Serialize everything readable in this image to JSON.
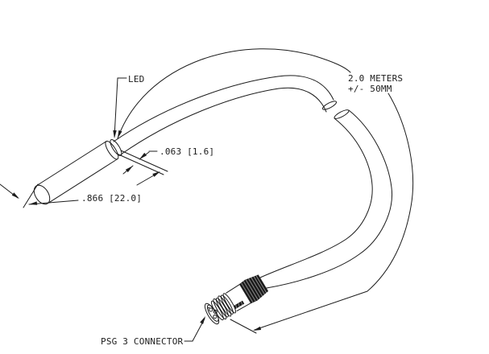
{
  "page": {
    "background": "#ffffff"
  },
  "drawing": {
    "kind": "engineering-line-drawing",
    "line_color": "#1c1c1c",
    "labels": {
      "led": "LED",
      "led_band_width": ".063 [1.6]",
      "barrel_length": ".866 [22.0]",
      "cable_length": "2.0 METERS",
      "cable_tolerance": "+/- 50MM",
      "connector": "PSG 3 CONNECTOR"
    }
  }
}
